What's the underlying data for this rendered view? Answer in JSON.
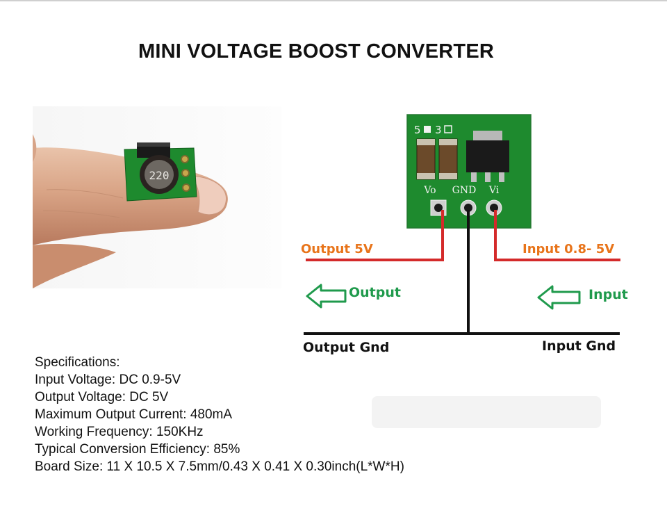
{
  "title": "MINI VOLTAGE BOOST CONVERTER",
  "photo": {
    "inductor_marking": "220"
  },
  "board": {
    "silk_top": "5",
    "silk_top2": "3",
    "pin_labels": [
      "Vo",
      "GND",
      "Vi"
    ]
  },
  "wiring": {
    "output_voltage_label": "Output 5V",
    "input_voltage_label": "Input 0.8- 5V",
    "output_arrow_label": "Output",
    "input_arrow_label": "Input",
    "output_gnd_label": "Output Gnd",
    "input_gnd_label": "Input Gnd"
  },
  "colors": {
    "pcb_green": "#1e8a2e",
    "wire_red": "#d42a2a",
    "wire_black": "#111111",
    "label_orange": "#e8741a",
    "arrow_green": "#1f9a4c"
  },
  "specs": {
    "heading": "Specifications:",
    "input_voltage": "Input Voltage: DC 0.9-5V",
    "output_voltage": "Output Voltage: DC 5V",
    "max_current": "Maximum Output Current: 480mA",
    "frequency": "Working Frequency: 150KHz",
    "efficiency": "Typical Conversion Efficiency: 85%",
    "board_size": "Board Size: 11 X 10.5 X 7.5mm/0.43 X 0.41 X 0.30inch(L*W*H)"
  }
}
